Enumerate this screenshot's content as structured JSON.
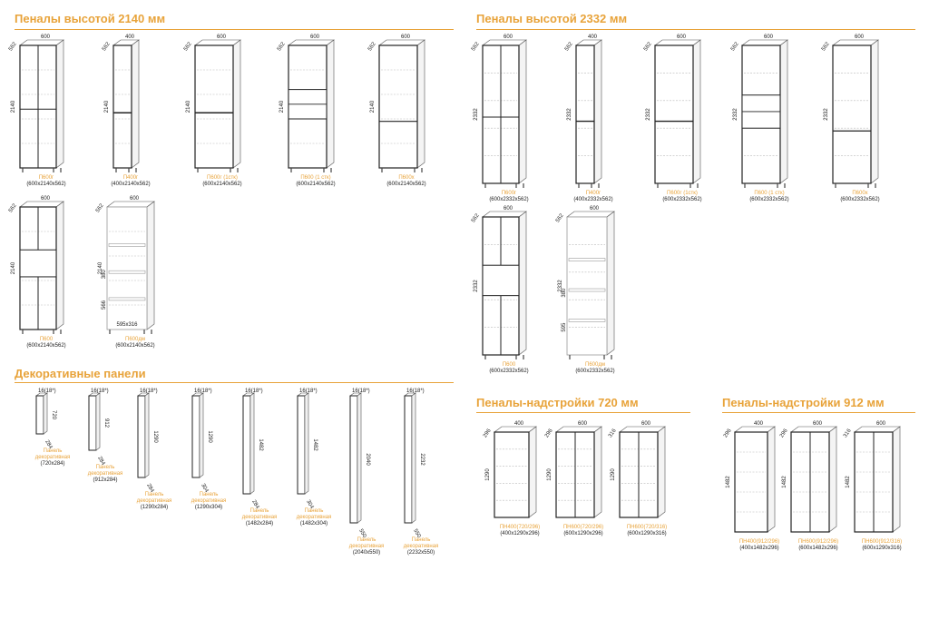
{
  "sections": {
    "p2140": "Пеналы высотой 2140 мм",
    "p2332": "Пеналы высотой 2332 мм",
    "decor": "Декоративные панели",
    "n720": "Пеналы-надстройки 720 мм",
    "n912": "Пеналы-надстройки 912 мм"
  },
  "items": [
    {
      "name": "П600г",
      "size": "(600x2140x562)",
      "w": "600",
      "d": "562",
      "h": "2140"
    },
    {
      "name": "П400г",
      "size": "(400x2140x562)",
      "w": "400",
      "d": "562",
      "h": "2140"
    },
    {
      "name": "П600г (1стк)",
      "size": "(600x2140x562)",
      "w": "600",
      "d": "562",
      "h": "2140"
    },
    {
      "name": "П600 (1 стк)",
      "size": "(600x2140x562)",
      "w": "600",
      "d": "562",
      "h": "2140"
    },
    {
      "name": "П600х",
      "size": "(600x2140x562)",
      "w": "600",
      "d": "562",
      "h": "2140"
    },
    {
      "name": "П600",
      "size": "(600x2140x562)",
      "w": "600",
      "d": "562",
      "h": "2140"
    },
    {
      "name": "П600дм",
      "size": "(600x2140x562)",
      "w": "600",
      "d": "562",
      "h": "2140",
      "a": "380",
      "b": "566",
      "c": "595x316"
    },
    {
      "name": "П600г",
      "size": "(600x2332x562)",
      "w": "600",
      "d": "562",
      "h": "2332"
    },
    {
      "name": "П400г",
      "size": "(400x2332x562)",
      "w": "400",
      "d": "562",
      "h": "2332"
    },
    {
      "name": "П600г (1стк)",
      "size": "(600x2332x562)",
      "w": "600",
      "d": "562",
      "h": "2332"
    },
    {
      "name": "П600 (1 стк)",
      "size": "(600x2332x562)",
      "w": "600",
      "d": "562",
      "h": "2332"
    },
    {
      "name": "П600х",
      "size": "(600x2332x562)",
      "w": "600",
      "d": "562",
      "h": "2332"
    },
    {
      "name": "П600",
      "size": "(600x2332x562)",
      "w": "600",
      "d": "562",
      "h": "2332"
    },
    {
      "name": "П600дм",
      "size": "(600x2332x562)",
      "w": "600",
      "d": "562",
      "h": "2332",
      "a": "380",
      "b": "595"
    },
    {
      "name": "ПН400(720/296)",
      "size": "(400x1290x296)",
      "w": "400",
      "d": "296",
      "h": "1290"
    },
    {
      "name": "ПН600(720/296)",
      "size": "(600x1290x296)",
      "w": "600",
      "d": "296",
      "h": "1290"
    },
    {
      "name": "ПН600(720/316)",
      "size": "(600x1290x316)",
      "w": "600",
      "d": "316",
      "h": "1290"
    },
    {
      "name": "ПН400(912/296)",
      "size": "(400x1482x296)",
      "w": "400",
      "d": "296",
      "h": "1482"
    },
    {
      "name": "ПН600(912/296)",
      "size": "(600x1482x296)",
      "w": "600",
      "d": "296",
      "h": "1482"
    },
    {
      "name": "ПН600(912/316)",
      "size": "(600x1290x316)",
      "w": "600",
      "d": "316",
      "h": "1482"
    }
  ],
  "panels": [
    {
      "name": "Панель декоративная",
      "size": "(720x284)",
      "t": "16(18*)",
      "h": "720",
      "d": "284"
    },
    {
      "name": "Панель декоративная",
      "size": "(912x284)",
      "t": "16(18*)",
      "h": "912",
      "d": "284"
    },
    {
      "name": "Панель декоративная",
      "size": "(1290x284)",
      "t": "16(18*)",
      "h": "1290",
      "d": "284"
    },
    {
      "name": "Панель декоративная",
      "size": "(1290x304)",
      "t": "16(18*)",
      "h": "1290",
      "d": "304"
    },
    {
      "name": "Панель декоративная",
      "size": "(1482x284)",
      "t": "16(18*)",
      "h": "1482",
      "d": "284"
    },
    {
      "name": "Панель декоративная",
      "size": "(1482x304)",
      "t": "16(18*)",
      "h": "1482",
      "d": "304"
    },
    {
      "name": "Панель декоративная",
      "size": "(2040x550)",
      "t": "16(18*)",
      "h": "2040",
      "d": "550"
    },
    {
      "name": "Панель декоративная",
      "size": "(2232x550)",
      "t": "16(18*)",
      "h": "2232",
      "d": "550"
    }
  ]
}
